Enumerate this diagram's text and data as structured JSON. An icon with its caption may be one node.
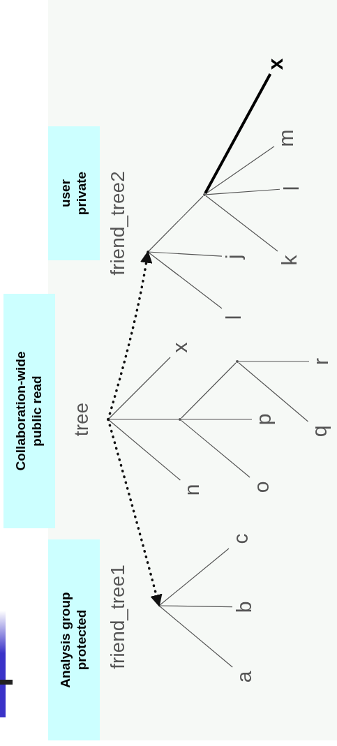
{
  "diagram": {
    "nodes": [
      {
        "text": [
          "Analysis group protected"
        ]
      },
      {
        "text": [
          "Collaboration-wide public read"
        ]
      },
      {
        "text": [
          "user private"
        ]
      },
      {
        "text": [
          "friend_tree1"
        ]
      },
      {
        "text": [
          "a"
        ]
      },
      {
        "text": [
          "b"
        ]
      },
      {
        "text": [
          "c"
        ]
      },
      {
        "text": [
          "tree"
        ]
      },
      {
        "text": [
          "n"
        ]
      },
      {
        "text": [],
        "shape": "point"
      },
      {
        "text": [
          "o"
        ]
      },
      {
        "text": [
          "p"
        ]
      },
      {
        "text": [],
        "shape": "point"
      },
      {
        "text": [
          "q"
        ]
      },
      {
        "text": [
          "r"
        ]
      },
      {
        "text": [
          "x"
        ]
      },
      {
        "text": [
          "friend_tree2"
        ]
      },
      {
        "text": [
          "l"
        ]
      },
      {
        "text": [
          "j"
        ]
      },
      {
        "text": [],
        "shape": "point"
      },
      {
        "text": [
          "k"
        ]
      },
      {
        "text": [
          "l"
        ]
      },
      {
        "text": [
          "m"
        ]
      },
      {
        "text": [
          "x"
        ]
      }
    ],
    "edges": [
      {
        "from": 3,
        "to": 4,
        "arrow": "none"
      },
      {
        "from": 3,
        "to": 5,
        "arrow": "none"
      },
      {
        "from": 3,
        "to": 6,
        "arrow": "none"
      },
      {
        "from": 7,
        "to": 8,
        "arrow": "none"
      },
      {
        "from": 7,
        "to": 9,
        "arrow": "none"
      },
      {
        "from": 7,
        "to": 15,
        "arrow": "none"
      },
      {
        "from": 9,
        "to": 10,
        "arrow": "none"
      },
      {
        "from": 9,
        "to": 11,
        "arrow": "none"
      },
      {
        "from": 9,
        "to": 12,
        "arrow": "none"
      },
      {
        "from": 12,
        "to": 13,
        "arrow": "none"
      },
      {
        "from": 12,
        "to": 14,
        "arrow": "none"
      },
      {
        "from": 16,
        "to": 17,
        "arrow": "none"
      },
      {
        "from": 16,
        "to": 18,
        "arrow": "none"
      },
      {
        "from": 16,
        "to": 19,
        "arrow": "none"
      },
      {
        "from": 19,
        "to": 20,
        "arrow": "none"
      },
      {
        "from": 19,
        "to": 21,
        "arrow": "none"
      },
      {
        "from": 19,
        "to": 22,
        "arrow": "none"
      },
      {
        "from": 19,
        "to": 23,
        "arrow": "none",
        "style": "thick",
        "color": "#000000"
      },
      {
        "from": 7,
        "to": 3,
        "arrow": "to",
        "style": "dashed"
      },
      {
        "from": 7,
        "to": 16,
        "arrow": "to",
        "style": "dashed"
      }
    ]
  }
}
